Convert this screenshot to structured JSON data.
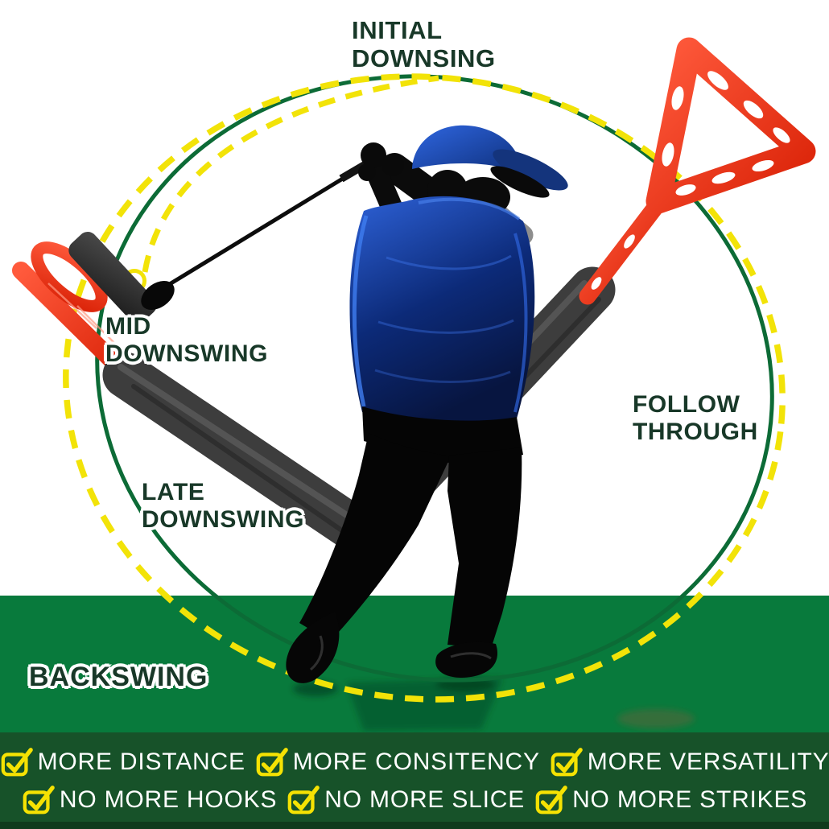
{
  "diagram": {
    "labels": {
      "initial_downswing": "INITIAL\nDOWNSING",
      "mid_downswing": "MID\nDOWNSWING",
      "follow_through": "FOLLOW\nTHROUGH",
      "late_downswing": "LATE\nDOWNSWING",
      "backswing": "BACKSWING"
    },
    "subject": "golfer-silhouette-with-swing-trainer"
  },
  "benefits": {
    "row1": [
      "MORE DISTANCE",
      "MORE CONSITENCY",
      "MORE VERSATILITY"
    ],
    "row2": [
      "NO MORE HOOKS",
      "NO MORE SLICE",
      "NO MORE STRIKES"
    ]
  },
  "icons": {
    "benefit_bullet": "yellow-checkbox-icon"
  },
  "colors": {
    "label_green": "#183828",
    "grass_green": "#087a3c",
    "footer_green": "#175229",
    "dash_yellow": "#f2e308",
    "arc_green": "#0c6b36",
    "trainer_red": "#e8290f",
    "trainer_red_light": "#ff5a3c",
    "tube_gray": "#3d3d3d",
    "shirt_blue": "#1f4fc0",
    "benefit_text": "#ffffff",
    "check_yellow": "#f5e203"
  }
}
